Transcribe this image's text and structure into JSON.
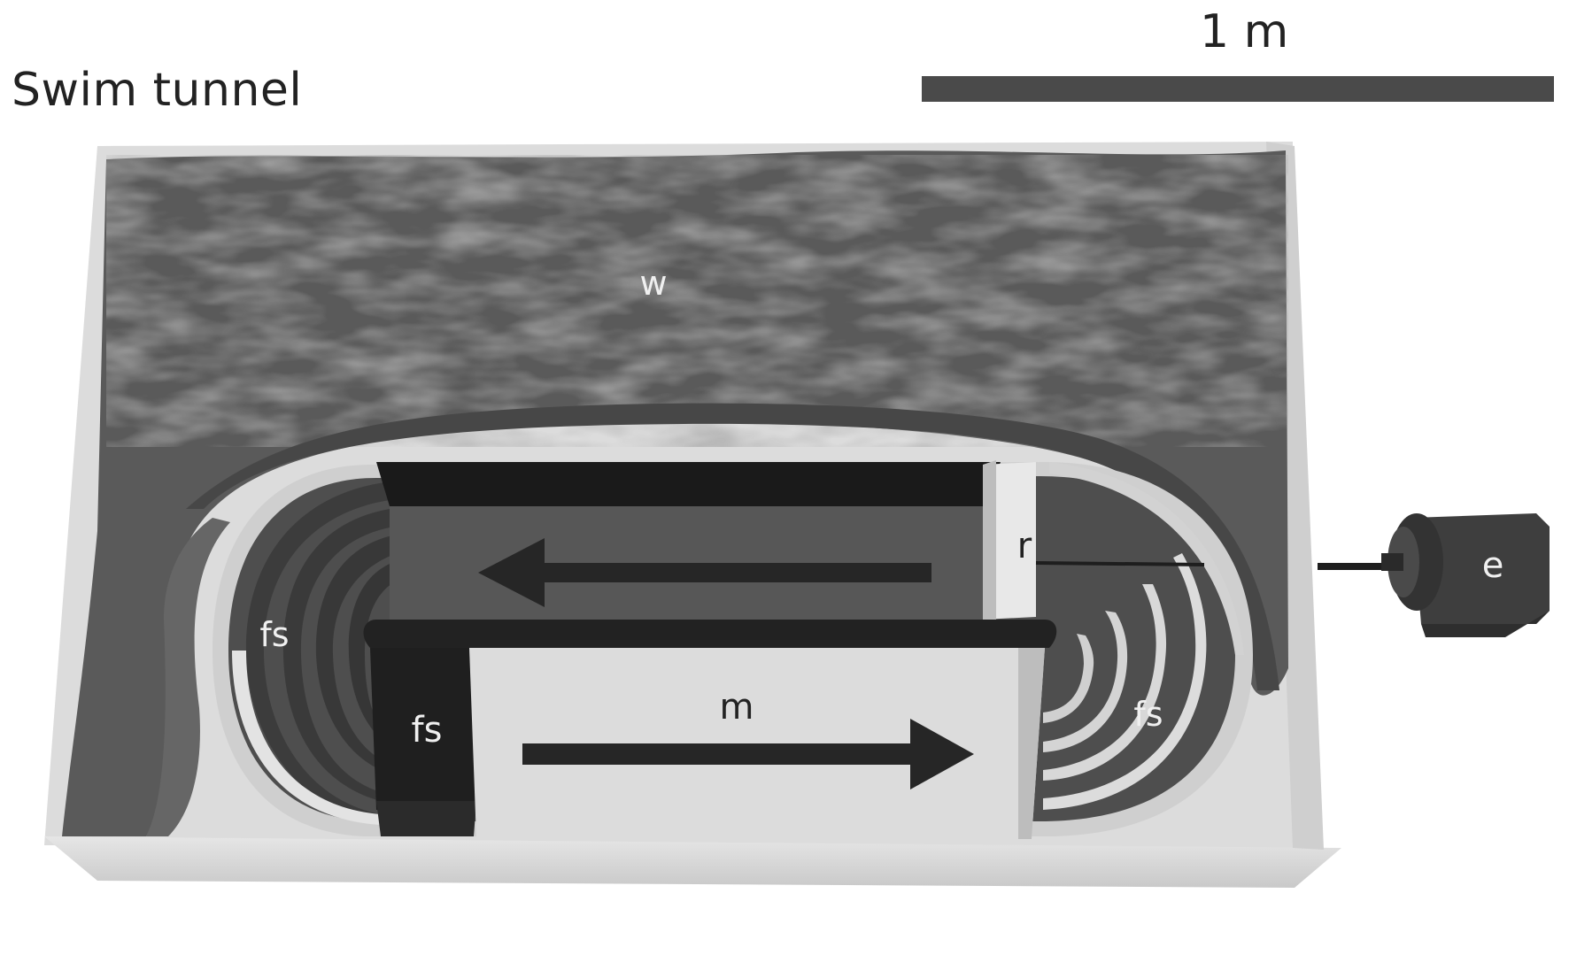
{
  "title": "Swim tunnel",
  "scale_bar": {
    "label": "1 m"
  },
  "labels": {
    "water": "w",
    "flow_straightener_left": "fs",
    "flow_straightener_block": "fs",
    "flow_straightener_right": "fs",
    "measurement_section": "m",
    "rotor": "r",
    "engine": "e"
  },
  "colors": {
    "text": "#222222",
    "water_dark": "#4e4e4e",
    "water_light": "#6c6c6c",
    "tank_glass": "#d6d6d6",
    "channel_wall": "#cfcfcf",
    "measurement_section": "#dcdcdc",
    "arrows": "#262626"
  }
}
